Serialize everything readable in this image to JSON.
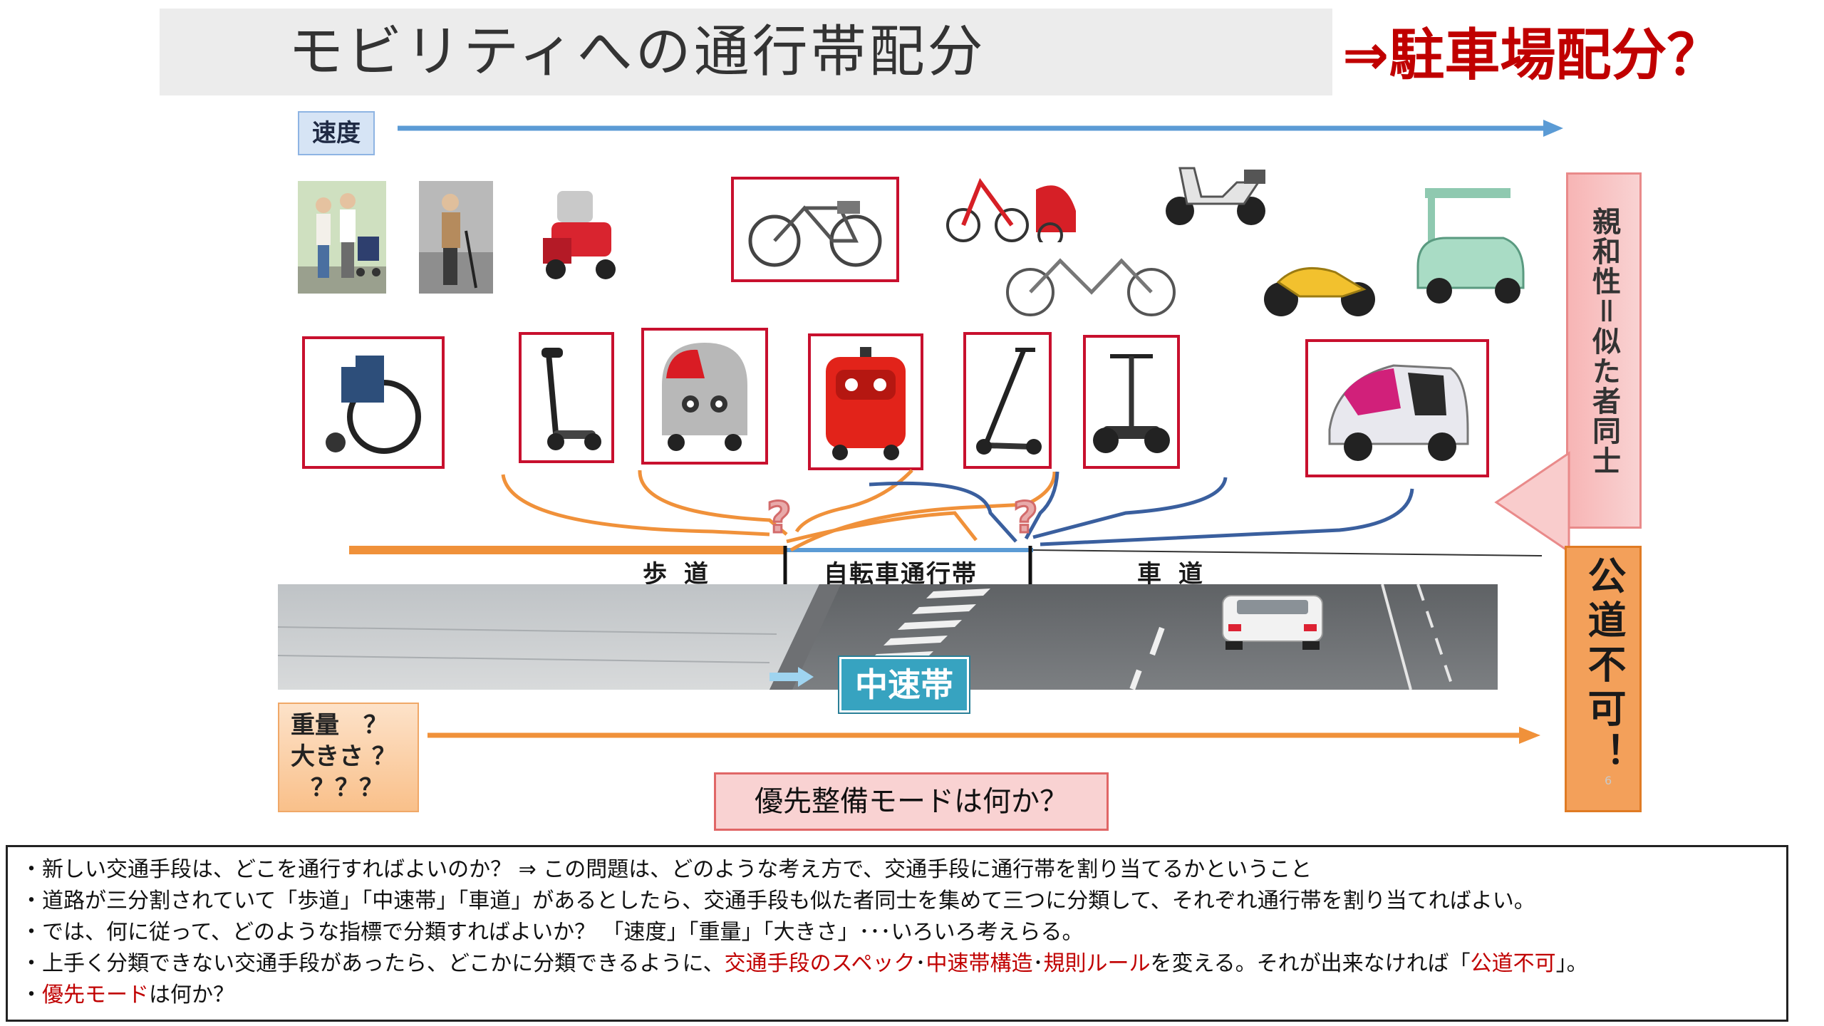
{
  "title": "モビリティへの通行帯配分",
  "parking_title": "⇒駐車場配分？",
  "speed_label": "速度",
  "affinity_label": "親和性＝似た者同士",
  "no_public_road": "公道不可！",
  "page_number": "6",
  "zones": {
    "sidewalk": "歩 道",
    "bike_lane": "自転車通行帯",
    "roadway": "車 道"
  },
  "midspeed_band": "中速帯",
  "question_mark": "?",
  "metrics": {
    "line1": "重量　？",
    "line2": "大きさ ？",
    "line3": "？？？"
  },
  "priority_question": "優先整備モードは何か？",
  "notes": {
    "line1": "・新しい交通手段は、どこを通行すればよいのか？ ⇒ この問題は、どのような考え方で、交通手段に通行帯を割り当てるかということ",
    "line2": "・道路が三分割されていて「歩道」「中速帯」「車道」があるとしたら、交通手段も似た者同士を集めて三つに分類して、それぞれ通行帯を割り当てればよい。",
    "line3": "・では、何に従って、どのような指標で分類すればよいか？ 「速度」「重量」「大きさ」･･･いろいろ考えらる。",
    "line4_a": "・上手く分類できない交通手段があったら、どこかに分類できるように、",
    "line4_red1": "交通手段のスペック",
    "line4_dot1": "･",
    "line4_red2": "中速帯構造",
    "line4_dot2": "･",
    "line4_red3": "規則ルール",
    "line4_b": "を変える。それが出来なければ「",
    "line4_red4": "公道不可",
    "line4_c": "」。",
    "line5_a": "・",
    "line5_red": "優先モード",
    "line5_b": "は何か？"
  },
  "colors": {
    "accent_red": "#c00000",
    "frame_red": "#c8102e",
    "orange": "#f0913a",
    "blue": "#3a5f9e",
    "speed_arrow": "#5b9bd5"
  }
}
